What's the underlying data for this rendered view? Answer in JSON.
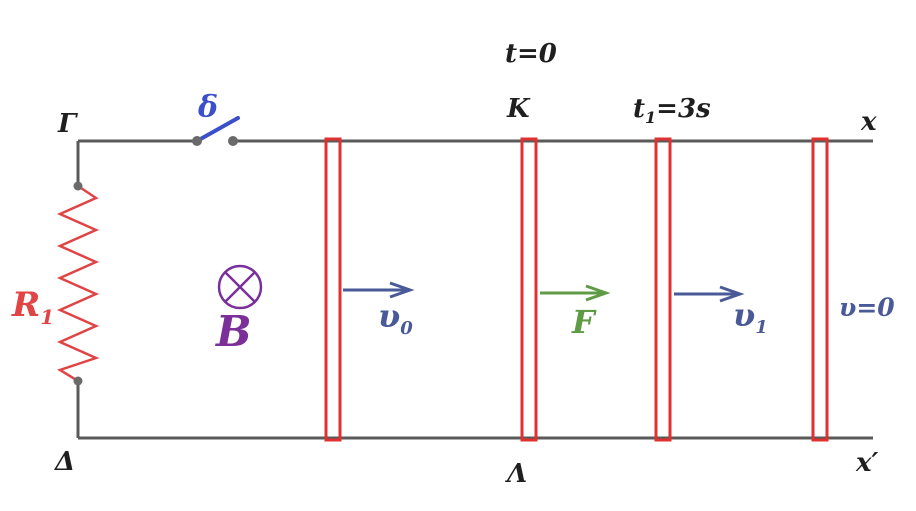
{
  "colors": {
    "rail": "#5a5a5a",
    "bar": "#e03030",
    "resistor": "#e04444",
    "switch": "#3a4fc8",
    "field": "#7a2f99",
    "velocity": "#4a5a98",
    "force": "#5f9a45",
    "text": "#1f1f1f"
  },
  "labels": {
    "t0": "t=0",
    "K": "K",
    "t1_main": "t",
    "t1_sub": "1",
    "t1_rest": "=3s",
    "x": "x",
    "x_prime": "x′",
    "Gamma": "Γ",
    "Delta": "Δ",
    "Lambda": "Λ",
    "delta": "δ",
    "R_main": "R",
    "R_sub": "1",
    "B": "B",
    "F": "F",
    "v0_main": "υ",
    "v0_sub": "0",
    "v1_main": "υ",
    "v1_sub": "1",
    "v_final": "υ=0"
  },
  "icons": {
    "field": "field-into-page-icon",
    "arrow": "arrow-right-icon",
    "switch": "switch-icon",
    "resistor": "resistor-icon"
  }
}
